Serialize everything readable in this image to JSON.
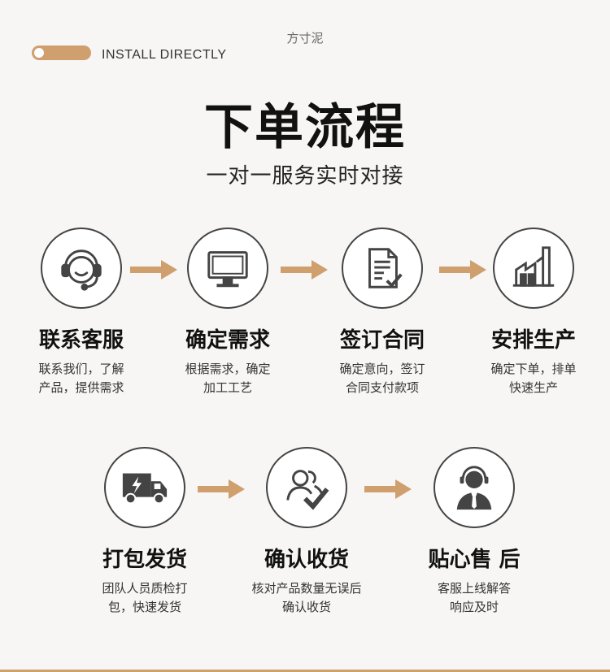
{
  "brand": "方寸泥",
  "tagline": "INSTALL DIRECTLY",
  "title": "下单流程",
  "subtitle": "一对一服务实时对接",
  "colors": {
    "accent": "#cf9f6e",
    "outline": "#444444",
    "background": "#f7f6f4"
  },
  "steps": [
    {
      "title": "联系客服",
      "desc": [
        "联系我们，了解",
        "产品，提供需求"
      ],
      "icon": "customer-service-headset-icon"
    },
    {
      "title": "确定需求",
      "desc": [
        "根据需求，确定",
        "加工工艺"
      ],
      "icon": "monitor-icon"
    },
    {
      "title": "签订合同",
      "desc": [
        "确定意向，签订",
        "合同支付款项"
      ],
      "icon": "contract-document-icon"
    },
    {
      "title": "安排生产",
      "desc": [
        "确定下单，排单",
        "快速生产"
      ],
      "icon": "factory-icon"
    },
    {
      "title": "打包发货",
      "desc": [
        "团队人员质检打",
        "包，快速发货"
      ],
      "icon": "delivery-truck-icon"
    },
    {
      "title": "确认收货",
      "desc": [
        "核对产品数量无误后",
        "确认收货"
      ],
      "icon": "users-check-icon"
    },
    {
      "title": "贴心售 后",
      "desc": [
        "客服上线解答",
        "响应及时"
      ],
      "icon": "support-agent-icon"
    }
  ]
}
